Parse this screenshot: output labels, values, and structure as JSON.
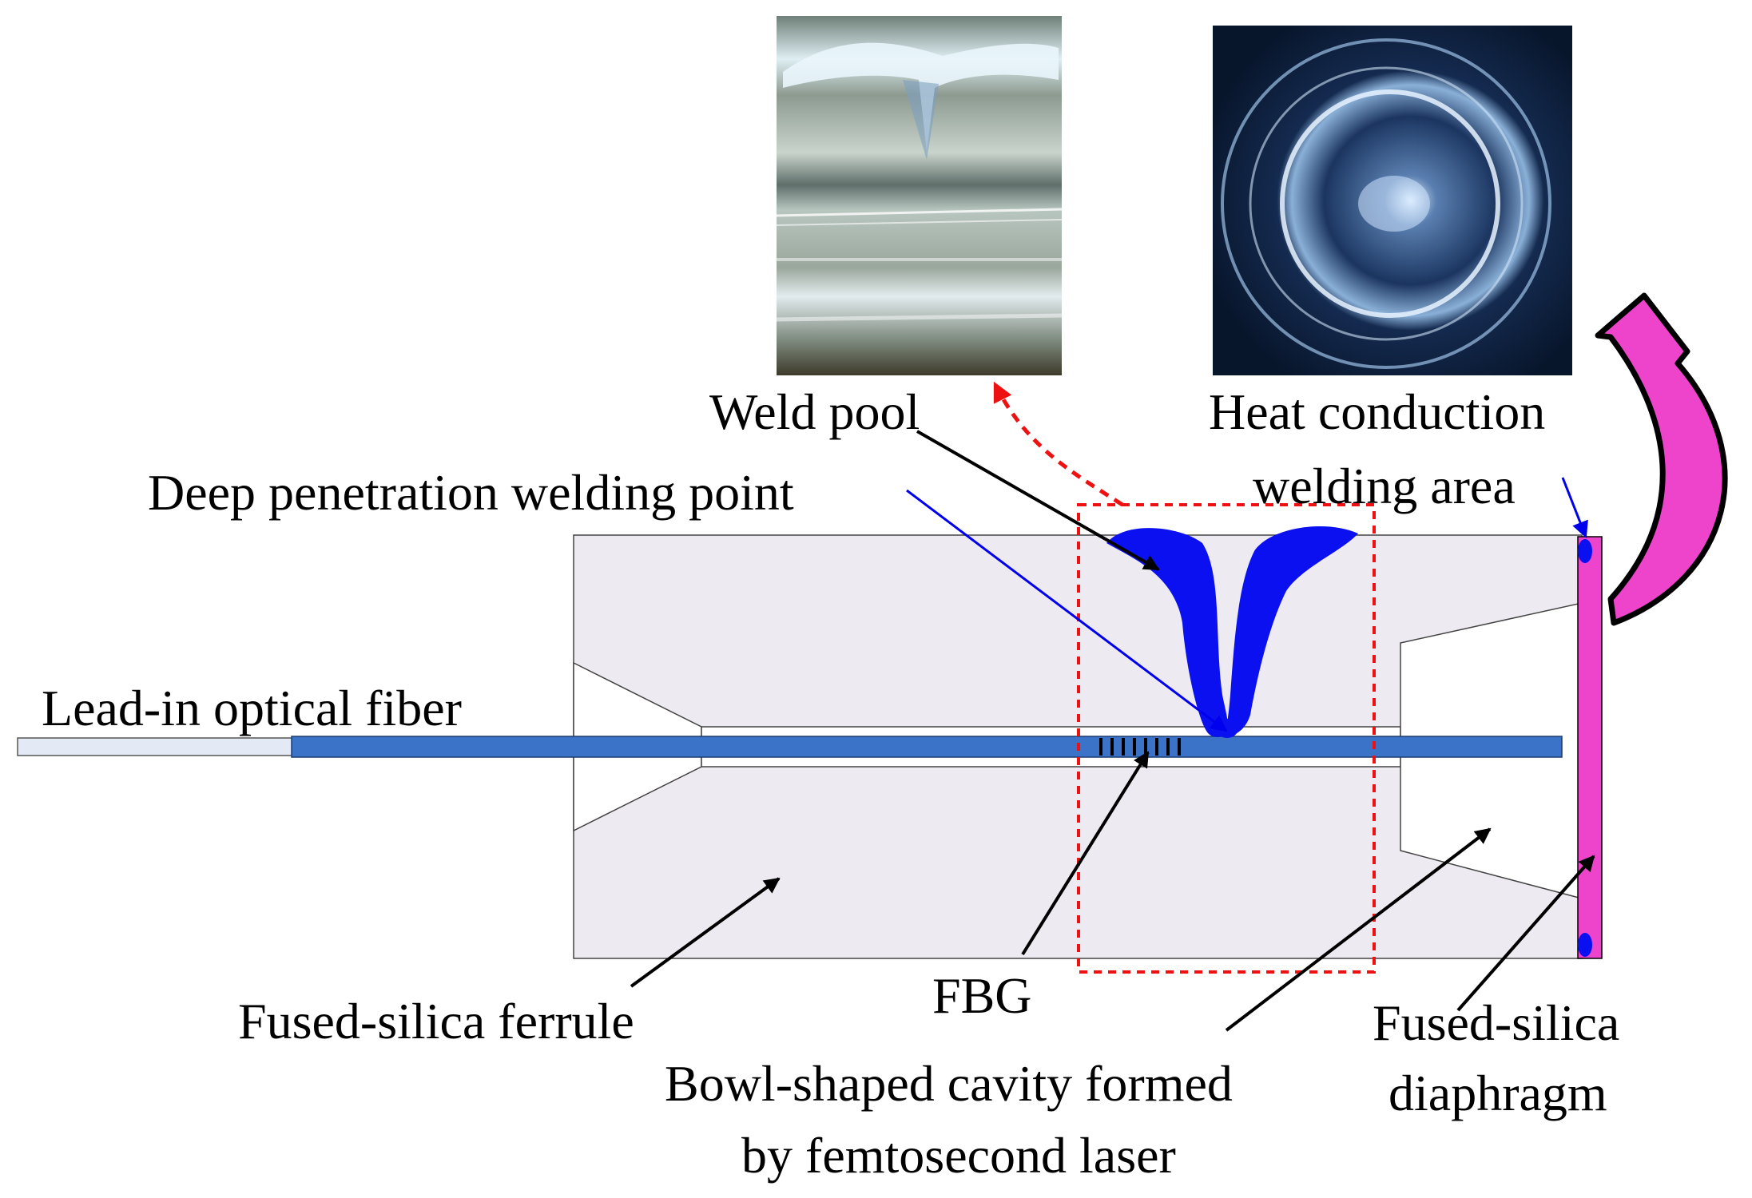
{
  "labels": {
    "weld_pool": "Weld pool",
    "heat_conduction_line1": "Heat conduction",
    "heat_conduction_line2": "welding area",
    "deep_penetration": "Deep penetration welding point",
    "lead_in_fiber": "Lead-in optical fiber",
    "fbg": "FBG",
    "ferrule": "Fused-silica ferrule",
    "cavity_line1": "Bowl-shaped cavity formed",
    "cavity_line2": "by femtosecond laser",
    "diaphragm_line1": "Fused-silica",
    "diaphragm_line2": "diaphragm"
  },
  "colors": {
    "ferrule_fill": "#eeeaf2",
    "fiber_core": "#3a73c8",
    "fiber_buffer": "#e3eaf5",
    "weld_blue": "#0a10f0",
    "annotation_blue": "#0000ee",
    "highlight_red": "#ee1111",
    "diaphragm_magenta": "#ee44cc"
  },
  "photos": {
    "weld_pool_micrograph": "side-view micrograph of weld pool",
    "heat_conduction_micrograph": "end-view micrograph of circular heat conduction weld"
  }
}
